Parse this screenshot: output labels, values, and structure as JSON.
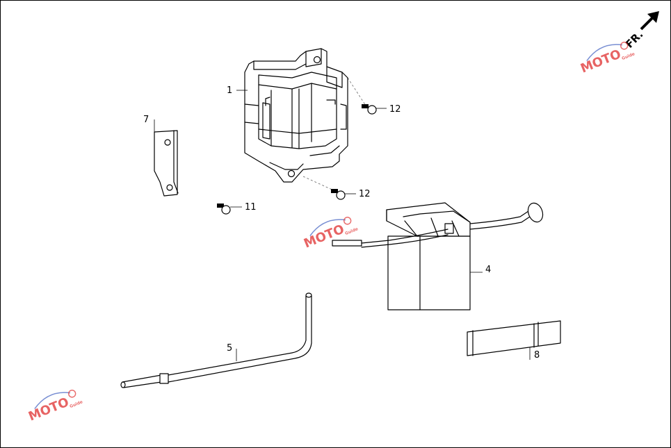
{
  "direction": {
    "text": "FR."
  },
  "watermark": {
    "text": "MOTO",
    "small_text": "Guide",
    "color_red": "#e03030",
    "color_blue": "#4060c0"
  },
  "callouts": {
    "p1": "1",
    "p4": "4",
    "p5": "5",
    "p7": "7",
    "p8": "8",
    "p11": "11",
    "p12a": "12",
    "p12b": "12"
  }
}
